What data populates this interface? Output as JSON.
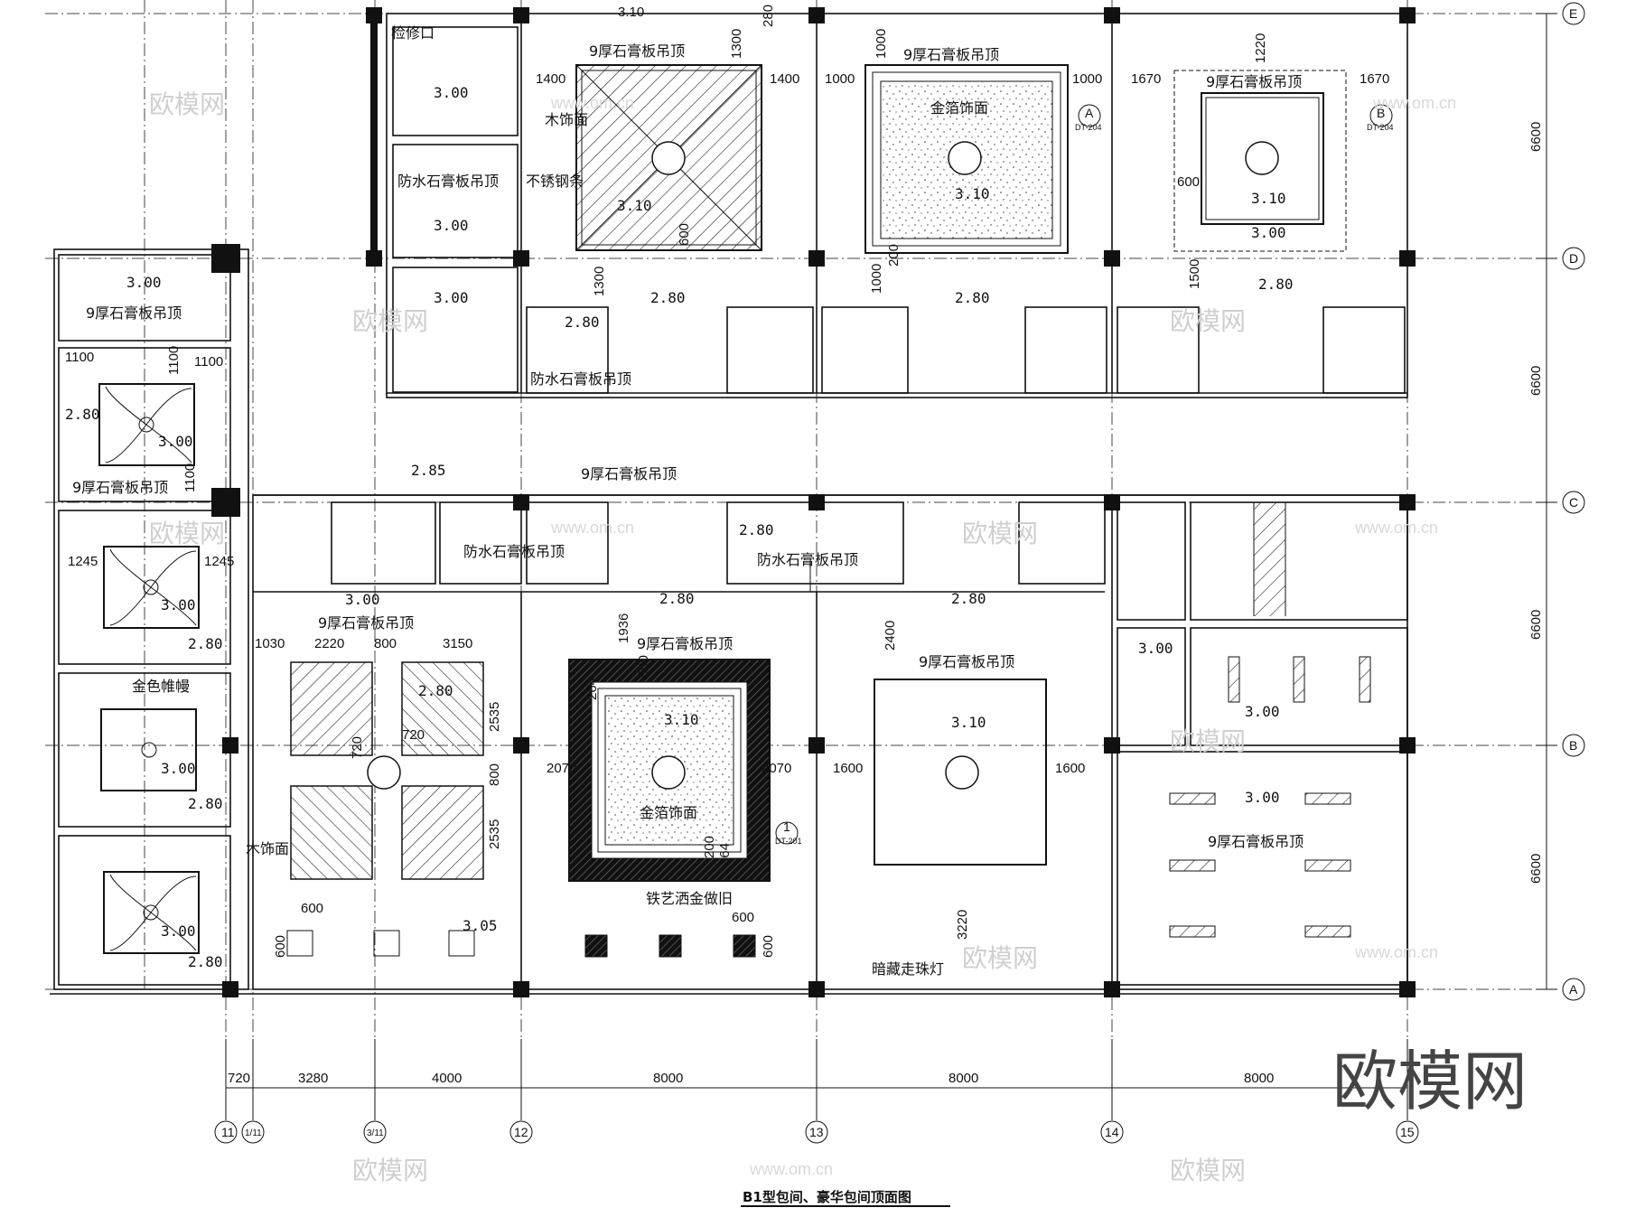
{
  "drawing": {
    "title": "B1型包间、豪华包间顶面图",
    "brand": "欧模网",
    "watermark": "欧模网",
    "watermark_url": "www.om.cn"
  },
  "axes": {
    "columns": [
      "11",
      "1/11",
      "3/11",
      "12",
      "13",
      "14",
      "15"
    ],
    "rows": [
      "E",
      "D",
      "C",
      "B",
      "A"
    ]
  },
  "bottom_dimensions": [
    "720",
    "3280",
    "4000",
    "8000",
    "8000",
    "8000"
  ],
  "right_dimensions": [
    "6600",
    "6600",
    "6600",
    "6600"
  ],
  "labels": {
    "access_hatch": "检修口",
    "gypsum_9": "9厚石膏板吊顶",
    "waterproof_gypsum": "防水石膏板吊顶",
    "wood_finish": "木饰面",
    "stainless_strip": "不锈钢条",
    "gold_leaf": "金箔饰面",
    "gold_curtain": "金色帷幔",
    "iron_art": "铁艺洒金做旧",
    "hidden_lights": "暗藏走珠灯"
  },
  "room_heights": {
    "r1": "3.00",
    "r2": "3.00",
    "r3": "3.00",
    "r4": "3.10",
    "r5": "3.10",
    "r6": "3.10",
    "r7": "3.00",
    "r8": "2.80",
    "r9": "2.80",
    "r10": "2.80",
    "r11": "2.80",
    "l1": "3.00",
    "l2": "2.80",
    "l3": "3.00",
    "l4": "3.00",
    "l5": "2.80",
    "l6": "3.00",
    "l7": "2.80",
    "l8": "3.00",
    "l9": "2.80",
    "corr": "2.85",
    "m1": "2.80",
    "m2": "3.00",
    "m3": "2.80",
    "m4": "3.10",
    "m5": "2.80",
    "m6": "3.10",
    "m7": "3.05",
    "m8": "3.00",
    "m9": "3.00",
    "m10": "3.00"
  },
  "local_dimensions": {
    "d1": "3.10",
    "d2": "280",
    "d3": "1300",
    "d4": "1400",
    "d5": "1400",
    "d6": "1000",
    "d7": "1000",
    "d8": "1000",
    "d9": "1220",
    "d10": "1670",
    "d11": "1670",
    "d12": "600",
    "d13": "600",
    "d14": "1300",
    "d15": "1000",
    "d16": "200",
    "d17": "1500",
    "d18": "1100",
    "d19": "1100",
    "d20": "1100",
    "d21": "1100",
    "d22": "1245",
    "d23": "1245",
    "d24": "1030",
    "d25": "2220",
    "d26": "800",
    "d27": "3150",
    "d28": "2535",
    "d29": "800",
    "d30": "2535",
    "d31": "720",
    "d32": "720",
    "d33": "1936",
    "d34": "2070",
    "d35": "2070",
    "d36": "2400",
    "d37": "1600",
    "d38": "1600",
    "d39": "3220",
    "d40": "600",
    "d41": "600",
    "d42": "600",
    "d43": "600",
    "d44": "200",
    "d45": "264",
    "d46": "500",
    "d47": "364"
  },
  "callouts": {
    "a_letter": "A",
    "a_ref": "DT-204",
    "b_letter": "B",
    "b_ref": "DT-204",
    "c_letter": "1",
    "c_ref": "DT-201"
  }
}
